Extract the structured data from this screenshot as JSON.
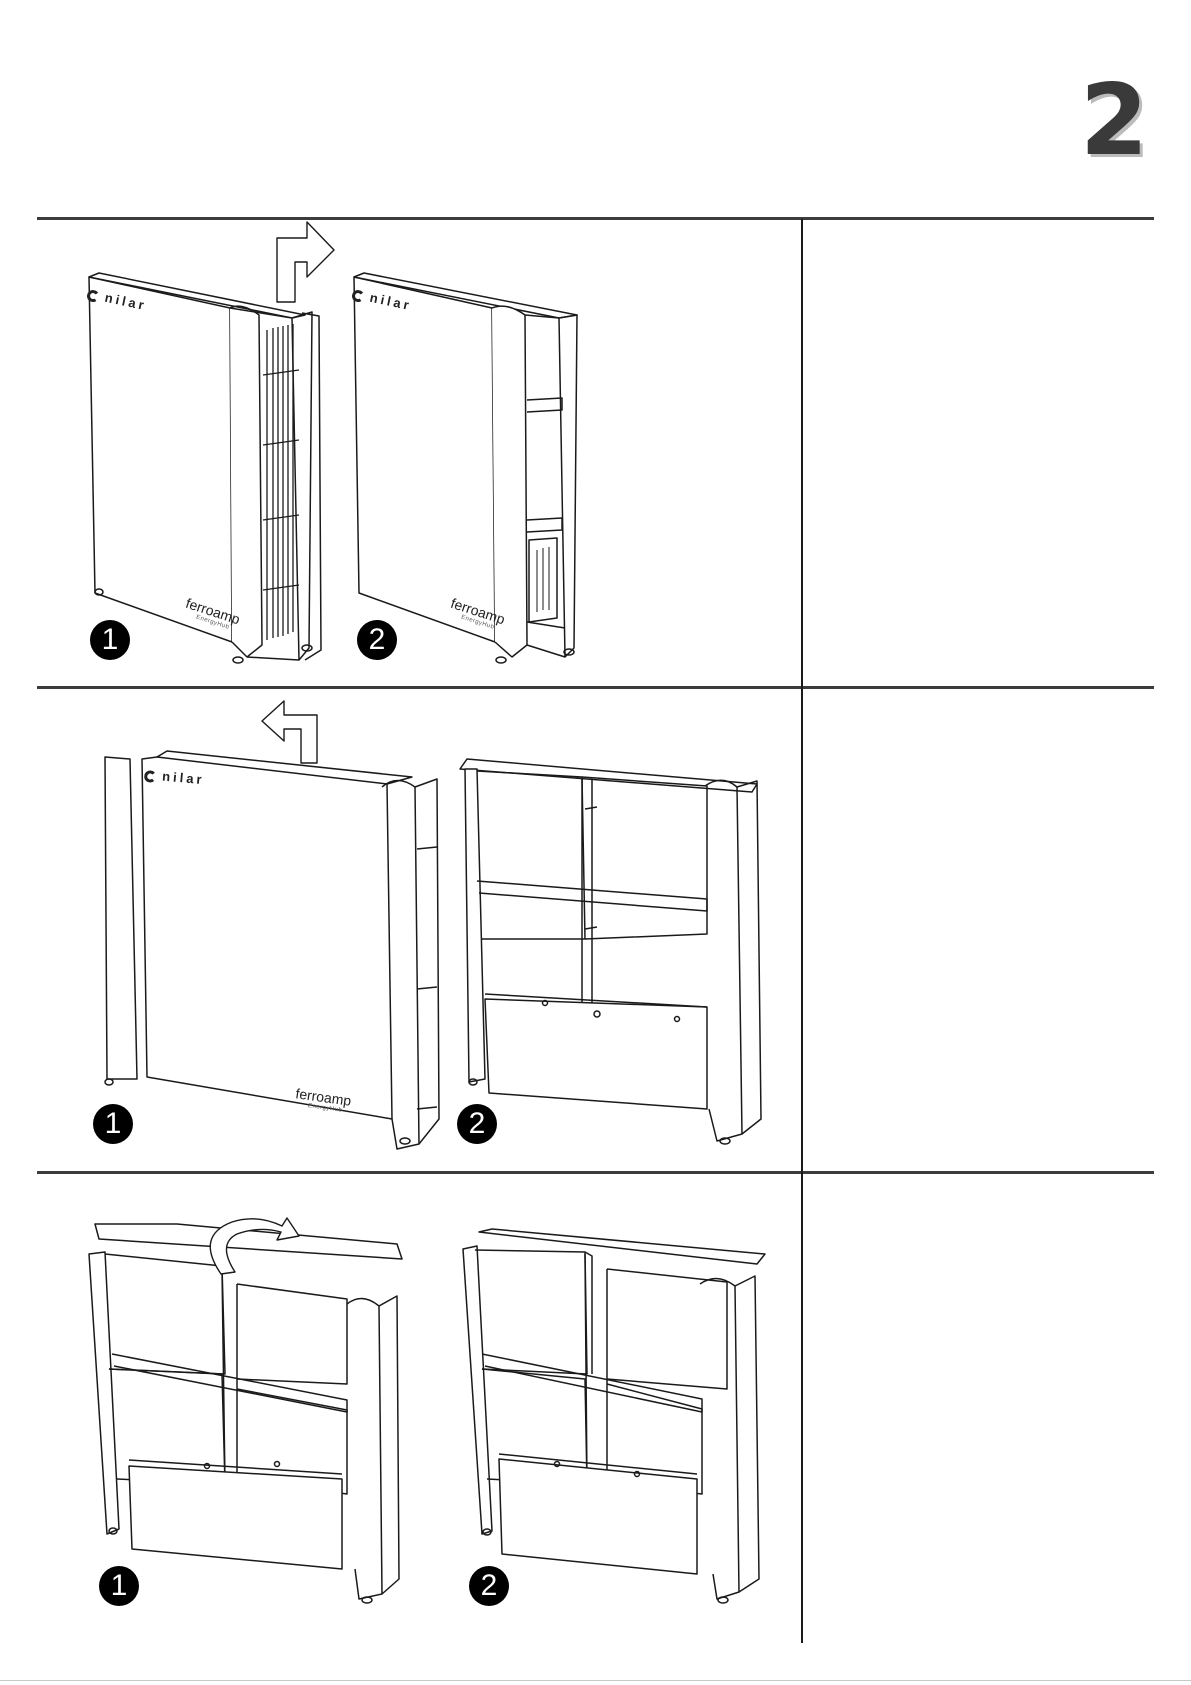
{
  "page": {
    "number": "2"
  },
  "steps": [
    {
      "left": {
        "badge": "1",
        "brand": "nilar",
        "maker": "ferroamp",
        "maker_sub": "EnergyHub"
      },
      "right": {
        "badge": "2",
        "brand": "nilar",
        "maker": "ferroamp",
        "maker_sub": "EnergyHub"
      },
      "note": ""
    },
    {
      "left": {
        "badge": "1",
        "brand": "nilar",
        "maker": "ferroamp",
        "maker_sub": "EnergyHub"
      },
      "right": {
        "badge": "2"
      },
      "note": ""
    },
    {
      "left": {
        "badge": "1"
      },
      "right": {
        "badge": "2"
      },
      "note": ""
    }
  ],
  "icons": {
    "step1": "arrow-up-right-icon",
    "step2": "arrow-up-left-icon",
    "step3": "rotate-arrow-icon"
  },
  "colors": {
    "line": "#3c3c3c",
    "badge": "#000000",
    "background": "#ffffff"
  }
}
